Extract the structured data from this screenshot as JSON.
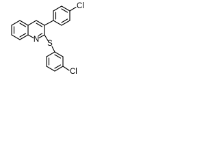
{
  "colors": {
    "background": "#ffffff",
    "ink": "#000000"
  },
  "structure": {
    "atoms": {
      "cl_top": "Cl",
      "nitrogen": "N",
      "sulfur": "S",
      "cl_bottom": "Cl"
    }
  }
}
